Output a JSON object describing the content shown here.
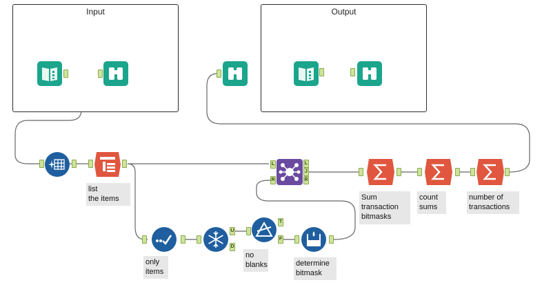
{
  "containers": {
    "input": {
      "title": "Input"
    },
    "output": {
      "title": "Output"
    }
  },
  "annotations": {
    "list_items": "list\nthe items",
    "only_items": "only\nitems",
    "no_blanks": "no\nblanks",
    "determine_bitmask": "determine\nbitmask",
    "sum_bitmasks": "Sum\ntransaction\nbitmasks",
    "count_sums": "count\nsums",
    "num_transactions": "number of\ntransactions"
  },
  "anchor_labels": {
    "unique_u": "U",
    "unique_d": "D",
    "filter_t": "T",
    "filter_f": "F",
    "join_l_in": "L",
    "join_r_in": "R",
    "join_l_out": "L",
    "join_j_out": "J",
    "join_r_out": "R"
  },
  "colors": {
    "input_tool": "#1aa58c",
    "transform_blue": "#1f5f9f",
    "parse_orange": "#e0563f",
    "summarize_orange": "#e0563f",
    "join_purple": "#6b4aa0",
    "wire": "#666666",
    "annotation_bg": "#e7e7e7"
  },
  "icons": {
    "input_data": "book-icon",
    "browse": "binoculars-icon",
    "multi_field_formula": "grid-gear-icon",
    "text_to_columns": "split-columns-icon",
    "filter_only": "check-path-icon",
    "unique": "snowflake-icon",
    "filter_blanks": "triangle-filter-icon",
    "formula": "beaker-icon",
    "join": "join-network-icon",
    "summarize": "sigma-icon"
  }
}
